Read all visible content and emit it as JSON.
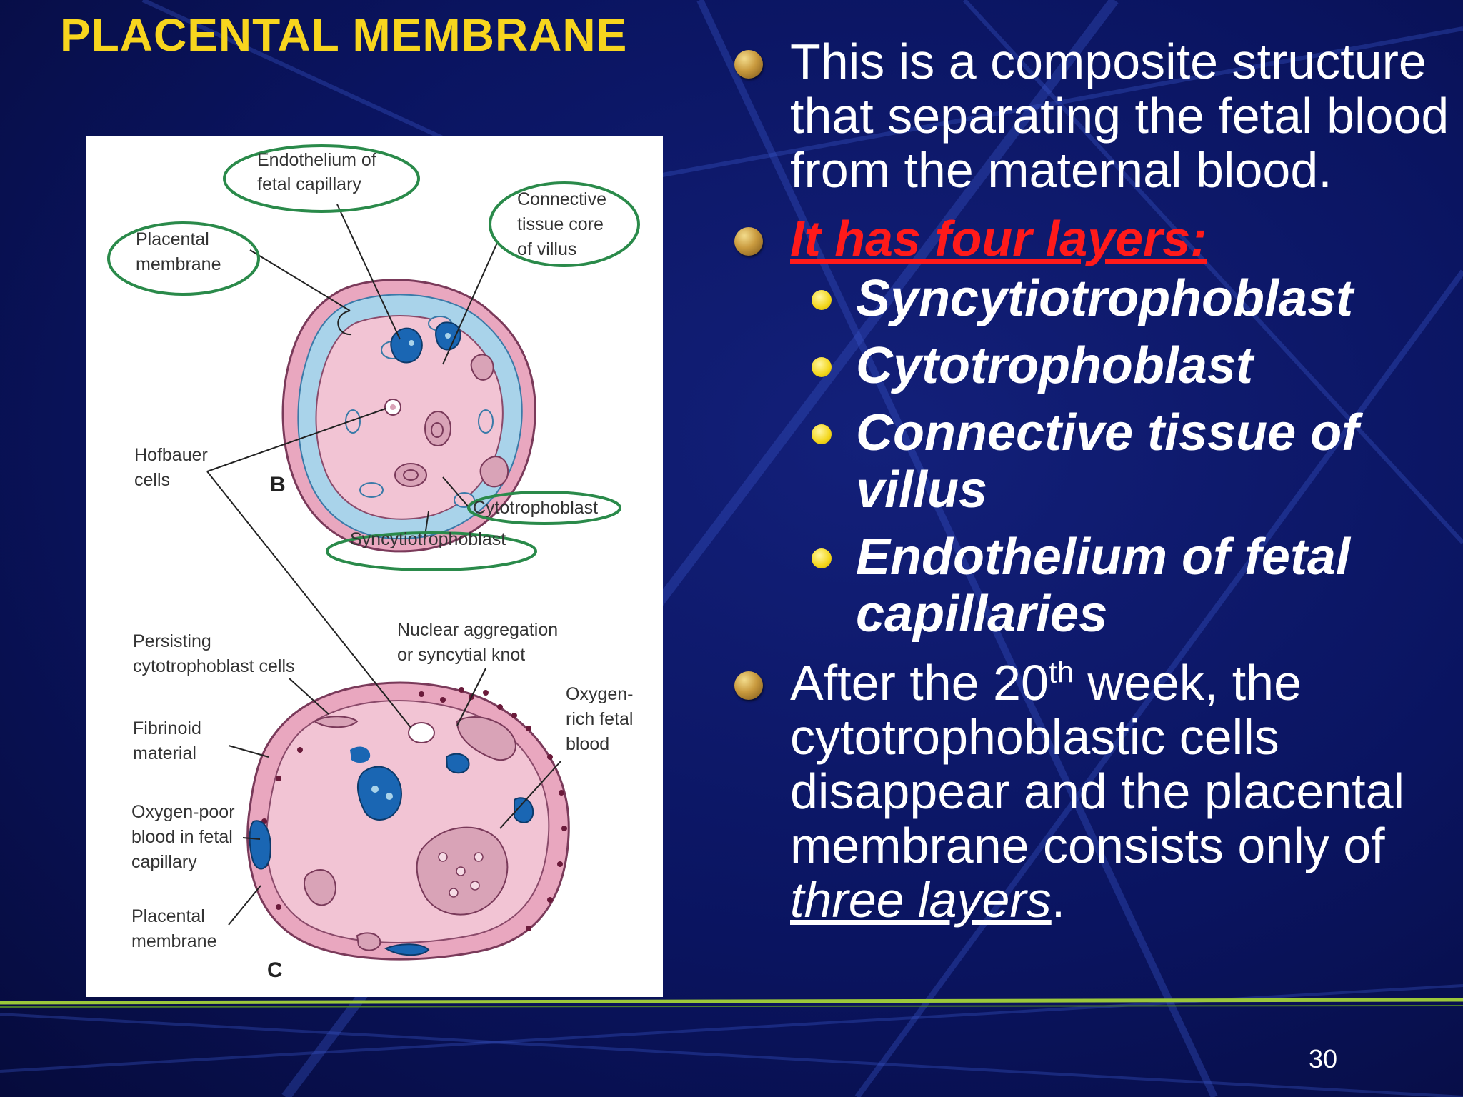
{
  "slide": {
    "title": "PLACENTAL MEMBRANE",
    "page_number": "30",
    "colors": {
      "title": "#f7d51e",
      "highlight": "#ff1a1a",
      "text": "#ffffff",
      "background": "#0a1460"
    }
  },
  "figure": {
    "labels": {
      "endothelium": [
        "Endothelium of",
        "fetal capillary"
      ],
      "placental_membrane_b": [
        "Placental",
        "membrane"
      ],
      "connective": [
        "Connective",
        "tissue core",
        "of villus"
      ],
      "hofbauer": [
        "Hofbauer",
        "cells"
      ],
      "letter_b": "B",
      "cytotrophoblast": "Cytotrophoblast",
      "syncytiotrophoblast": "Syncytiotrophoblast",
      "persisting": [
        "Persisting",
        "cytotrophoblast cells"
      ],
      "nuclear": [
        "Nuclear aggregation",
        "or syncytial knot"
      ],
      "oxygen_rich": [
        "Oxygen-",
        "rich fetal",
        "blood"
      ],
      "fibrinoid": [
        "Fibrinoid",
        "material"
      ],
      "oxygen_poor": [
        "Oxygen-poor",
        "blood in fetal",
        "capillary"
      ],
      "placental_membrane_c": [
        "Placental",
        "membrane"
      ],
      "letter_c": "C"
    }
  },
  "bullets": {
    "b1": "This is a composite structure that separating the fetal blood from the maternal blood.",
    "b2": "It has four layers:",
    "layers": [
      "Syncytiotrophoblast",
      "Cytotrophoblast",
      "Connective tissue of villus",
      "Endothelium of fetal capillaries"
    ],
    "b3_prefix": "After the 20",
    "b3_sup": "th",
    "b3_middle": " week, the cytotrophoblastic cells disappear and the placental membrane consists only of ",
    "b3_underlined": "three layers",
    "b3_suffix": "."
  }
}
